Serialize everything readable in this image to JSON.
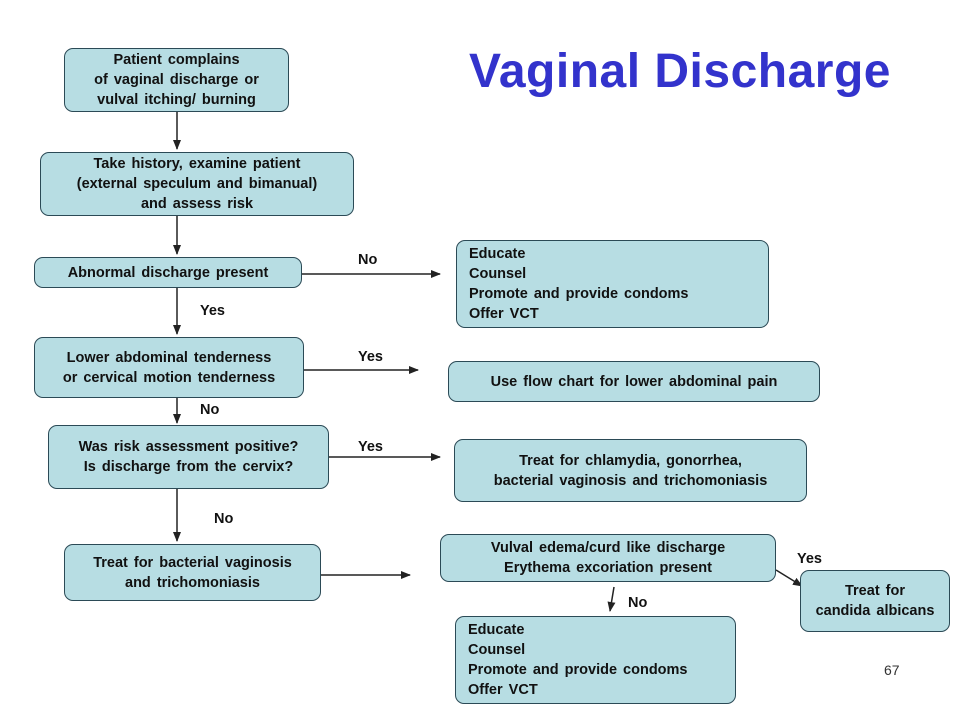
{
  "title": "Vaginal Discharge",
  "page_number": "67",
  "colors": {
    "box_fill": "#b7dde3",
    "box_border": "#2b4a56",
    "title": "#3333cc"
  },
  "nodes": {
    "complaint": [
      "Patient complains",
      "of vaginal discharge or",
      "vulval itching/ burning"
    ],
    "history": [
      "Take history, examine patient",
      "(external speculum and bimanual)",
      "and assess risk"
    ],
    "abnormal": [
      "Abnormal discharge present"
    ],
    "educate_top": [
      "Educate",
      "Counsel",
      "Promote and provide condoms",
      "Offer VCT"
    ],
    "tenderness": [
      "Lower abdominal tenderness",
      "or cervical motion tenderness"
    ],
    "lower_abdominal": [
      "Use flow chart for lower abdominal pain"
    ],
    "risk": [
      "Was risk assessment positive?",
      "Is discharge from the cervix?"
    ],
    "chlamydia": [
      "Treat for chlamydia, gonorrhea,",
      "bacterial vaginosis and trichomoniasis"
    ],
    "bv": [
      "Treat for bacterial vaginosis",
      "and trichomoniasis"
    ],
    "vulval": [
      "Vulval edema/curd like discharge",
      "Erythema excoriation present"
    ],
    "candida": [
      "Treat for",
      "candida albicans"
    ],
    "educate_bottom": [
      "Educate",
      "Counsel",
      "Promote and provide condoms",
      "Offer VCT"
    ]
  },
  "edge_labels": {
    "abnormal_no": "No",
    "abnormal_yes": "Yes",
    "tenderness_yes": "Yes",
    "tenderness_no": "No",
    "risk_yes": "Yes",
    "risk_no": "No",
    "vulval_yes": "Yes",
    "vulval_no": "No"
  }
}
